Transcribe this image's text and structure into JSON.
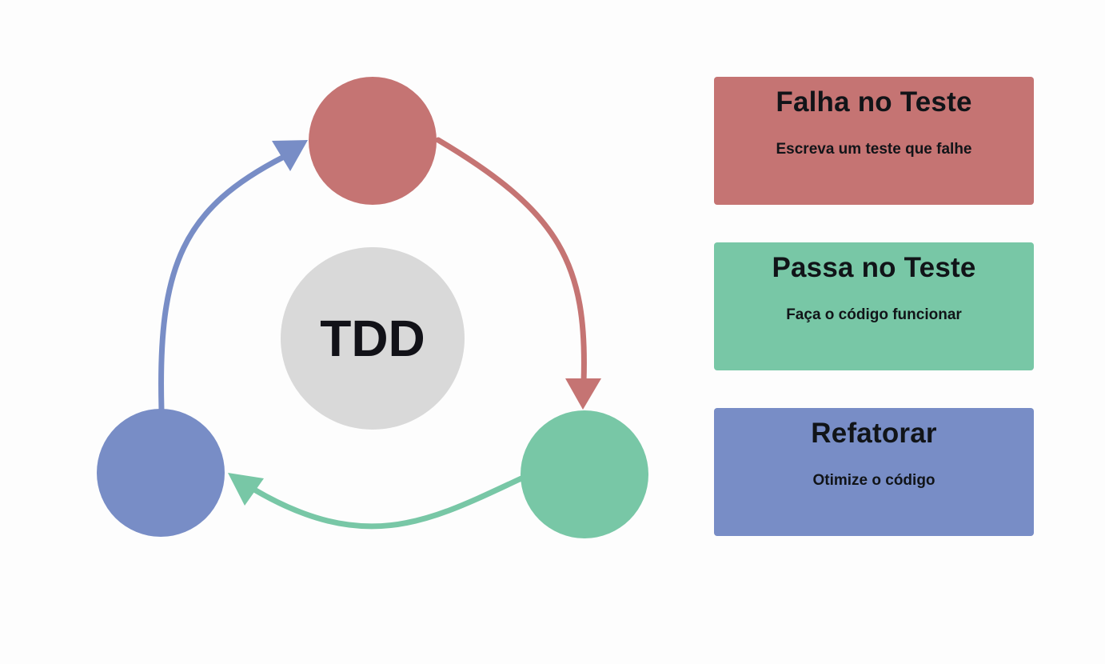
{
  "colors": {
    "fail": "#c57473",
    "pass": "#78c7a6",
    "refactor": "#788dc6",
    "center": "#d9d9d9",
    "text": "#111418"
  },
  "diagram": {
    "center_label": "TDD"
  },
  "steps": [
    {
      "title": "Falha no Teste",
      "description": "Escreva um teste que falhe"
    },
    {
      "title": "Passa no Teste",
      "description": "Faça o código funcionar"
    },
    {
      "title": "Refatorar",
      "description": "Otimize o código"
    }
  ]
}
